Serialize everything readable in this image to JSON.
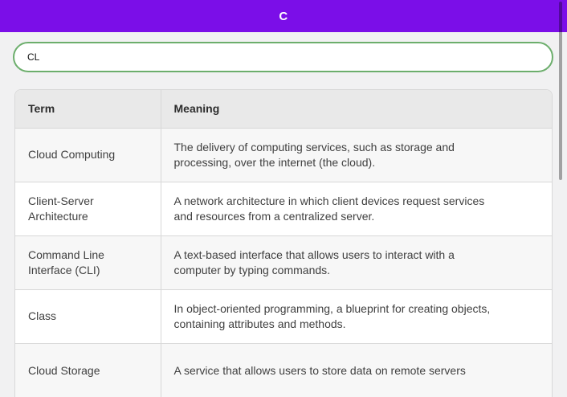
{
  "app": {
    "title": "C"
  },
  "search": {
    "value": "CL",
    "placeholder": ""
  },
  "table": {
    "headers": {
      "term": "Term",
      "meaning": "Meaning"
    },
    "rows": [
      {
        "term": "Cloud Computing",
        "meaning": "The delivery of computing services, such as storage and\nprocessing, over the internet (the cloud)."
      },
      {
        "term": "Client-Server\nArchitecture",
        "meaning": "A network architecture in which client devices request services\nand resources from a centralized server."
      },
      {
        "term": "Command Line\nInterface (CLI)",
        "meaning": "A text-based interface that allows users to interact with a\ncomputer by typing commands."
      },
      {
        "term": "Class",
        "meaning": "In object-oriented programming, a blueprint for creating objects,\ncontaining attributes and methods."
      },
      {
        "term": "Cloud Storage",
        "meaning": "A service that allows users to store data on remote servers"
      }
    ]
  },
  "colors": {
    "appbar_purple": "#7b0ee8",
    "search_border_green": "#6cae6c",
    "header_row_gray": "#e9e9e9",
    "zebra_row_gray": "#f7f7f7",
    "divider_gray": "#d8d8d8",
    "text_dark": "#3f3f3f"
  }
}
